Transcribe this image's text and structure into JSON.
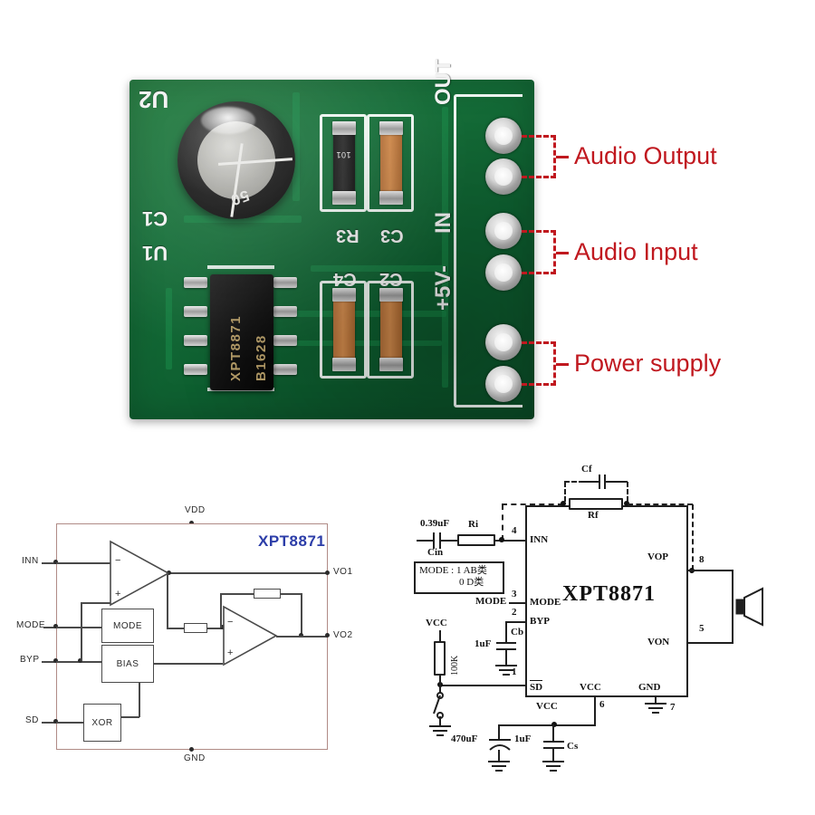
{
  "photo": {
    "board_name": "XPT8871 mini audio amplifier module PCB",
    "ic_marking_line1": "XPT8871",
    "ic_marking_line2": "B1628",
    "ecap_mark": "50",
    "resistor_code": "101",
    "silkscreen": {
      "u2": "U2",
      "c1": "C1",
      "u1": "U1",
      "r3": "R3",
      "c3": "C3",
      "c4": "C4",
      "c2": "C2",
      "out": "OUT",
      "in": "IN",
      "power": "+5V-"
    },
    "annotations": [
      {
        "label": "Audio Output",
        "color": "#c0181f"
      },
      {
        "label": "Audio Input",
        "color": "#c0181f"
      },
      {
        "label": "Power supply",
        "color": "#c0181f"
      }
    ]
  },
  "block_diagram": {
    "title": "XPT8871",
    "title_color": "#2c3da8",
    "rail_top": "VDD",
    "rail_bottom": "GND",
    "left_pins": [
      "INN",
      "MODE",
      "BYP",
      "SD"
    ],
    "right_pins": [
      "VO1",
      "VO2"
    ],
    "blocks": [
      "MODE",
      "BIAS",
      "XOR"
    ],
    "opamp_signs": {
      "minus": "−",
      "plus": "+"
    }
  },
  "schematic": {
    "ic_name": "XPT8871",
    "mode_note_label": "MODE :",
    "mode_note_line1": "1  AB类",
    "mode_note_line2": "0  D类",
    "input": {
      "cin_value": "0.39uF",
      "cin_ref": "Cin",
      "ri_ref": "Ri"
    },
    "feedback": {
      "cf_ref": "Cf",
      "rf_ref": "Rf"
    },
    "bypass": {
      "cb_ref": "Cb",
      "cb_value": "1uF"
    },
    "shutdown": {
      "vcc_label": "VCC",
      "pullup_value": "100K"
    },
    "supply": {
      "vcc_label": "VCC",
      "bulk_value": "470uF",
      "decoupling_value": "1uF",
      "cs_ref": "Cs"
    },
    "pins_left": [
      {
        "num": "4",
        "name": "INN"
      },
      {
        "num": "3",
        "name": "MODE"
      },
      {
        "num": "2",
        "name": "BYP"
      },
      {
        "num": "1",
        "name": "SD",
        "overline": true
      }
    ],
    "pins_right": [
      {
        "num": "8",
        "name": "VOP"
      },
      {
        "num": "5",
        "name": "VON"
      }
    ],
    "pins_bottom": [
      {
        "num": "6",
        "name": "VCC"
      },
      {
        "num": "7",
        "name": "GND"
      }
    ],
    "mode_external_label": "MODE"
  }
}
